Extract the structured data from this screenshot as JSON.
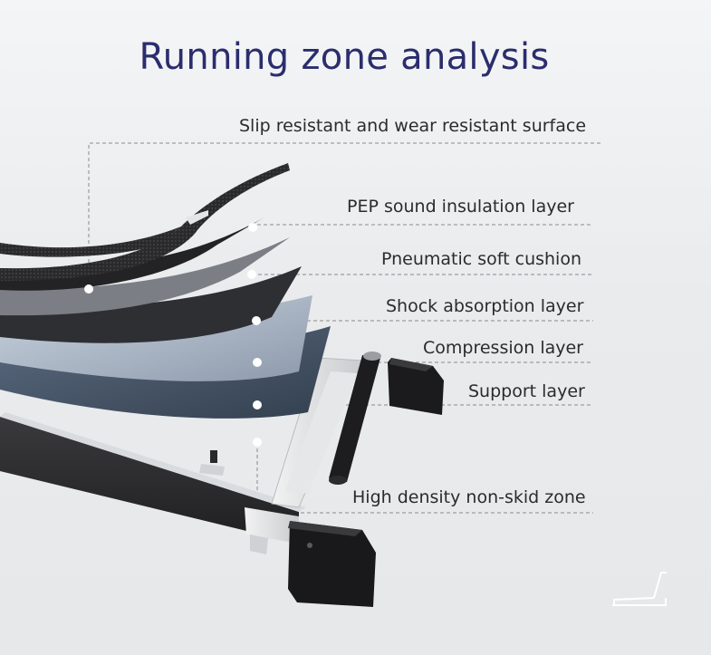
{
  "title": "Running zone analysis",
  "layers": [
    {
      "label": "Slip resistant and wear resistant surface"
    },
    {
      "label": "PEP sound insulation layer"
    },
    {
      "label": "Pneumatic soft cushion"
    },
    {
      "label": "Shock absorption layer"
    },
    {
      "label": "Compression layer"
    },
    {
      "label": "Support layer"
    },
    {
      "label": "High density non-skid zone"
    }
  ],
  "colors": {
    "title": "#2a2d6d",
    "label": "#2b2b2b",
    "leader_line": "#8a8a8a"
  }
}
